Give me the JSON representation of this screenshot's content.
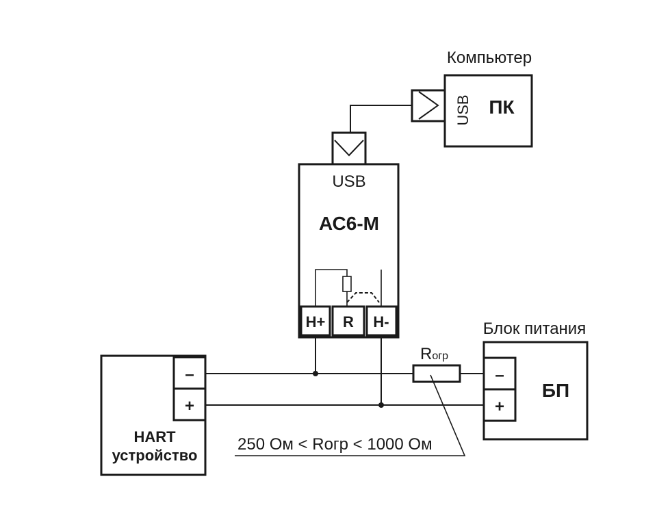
{
  "computer": {
    "caption": "Компьютер",
    "name": "ПК",
    "port": "USB"
  },
  "converter": {
    "port": "USB",
    "name": "АС6-М",
    "terminals": [
      "H+",
      "R",
      "H-"
    ]
  },
  "power_supply": {
    "caption": "Блок питания",
    "name": "БП",
    "terminals": [
      "–",
      "+"
    ]
  },
  "hart_device": {
    "name_line1": "HART",
    "name_line2": "устройство",
    "terminals": [
      "–",
      "+"
    ]
  },
  "resistor": {
    "label_main": "R",
    "label_sub": "огр"
  },
  "note": "250 Ом < Rогр < 1000 Ом",
  "colors": {
    "line": "#1a1a1a",
    "background": "#ffffff"
  }
}
